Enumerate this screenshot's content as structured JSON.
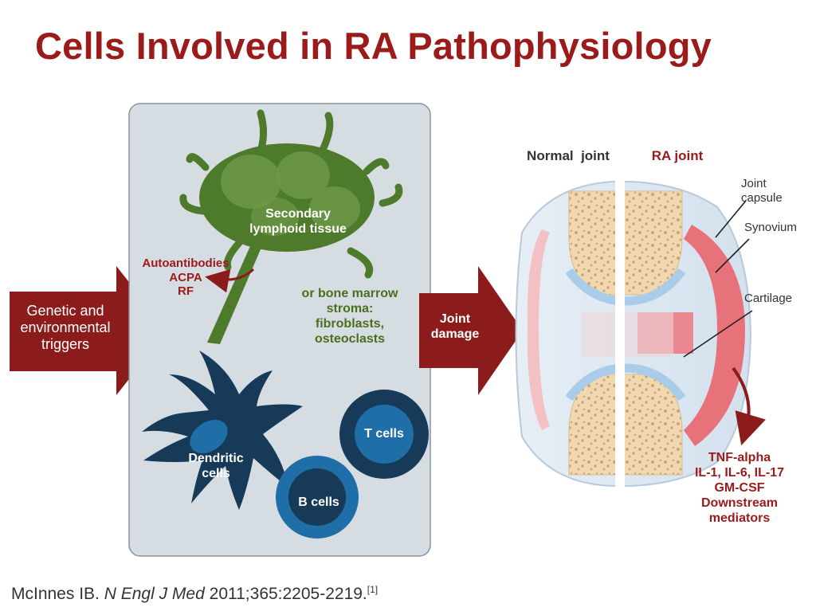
{
  "title": "Cells Involved in RA Pathophysiology",
  "left_arrow": {
    "label": "Genetic and environmental triggers"
  },
  "lymphoid": {
    "label": "Secondary lymphoid tissue",
    "autoantibodies": [
      "Autoantibodies",
      "ACPA",
      "RF"
    ],
    "stroma": [
      "or bone marrow",
      "stroma:",
      "fibroblasts,",
      "osteoclasts"
    ]
  },
  "cells": {
    "dendritic": "Dendritic cells",
    "t_cells": "T cells",
    "b_cells": "B cells"
  },
  "middle_arrow": {
    "label": "Joint damage"
  },
  "joint": {
    "normal_label": "Normal  joint",
    "ra_label": "RA joint",
    "labels": {
      "capsule": "Joint capsule",
      "synovium": "Synovium",
      "cartilage": "Cartilage"
    }
  },
  "mediators": [
    "TNF-alpha",
    "IL-1, IL-6, IL-17",
    "GM-CSF",
    "Downstream",
    "mediators"
  ],
  "citation": {
    "author": "McInnes IB.",
    "journal": "N Engl J Med",
    "ref": "2011;365:2205-2219.",
    "superscript": "[1]"
  },
  "colors": {
    "title": "#9b1b1b",
    "arrow": "#8c1c1c",
    "lymphoid_green": "#4e7a2c",
    "dendritic_navy": "#163a57",
    "cell_blue": "#1f6ea8",
    "panel_gray": "#d6dde2",
    "bone": "#f0d6ad",
    "synovium_red": "#e8727a"
  }
}
